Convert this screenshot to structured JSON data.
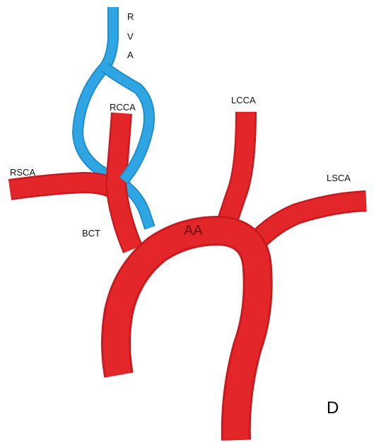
{
  "labels": {
    "rva_r": "R",
    "rva_v": "V",
    "rva_a": "A",
    "rcca": "RCCA",
    "lcca": "LCCA",
    "rsca": "RSCA",
    "lsca": "LSCA",
    "bct": "BCT",
    "aa": "AA",
    "panel": "D"
  },
  "colors": {
    "artery": "#e2262a",
    "vein": "#2fa6e3"
  }
}
